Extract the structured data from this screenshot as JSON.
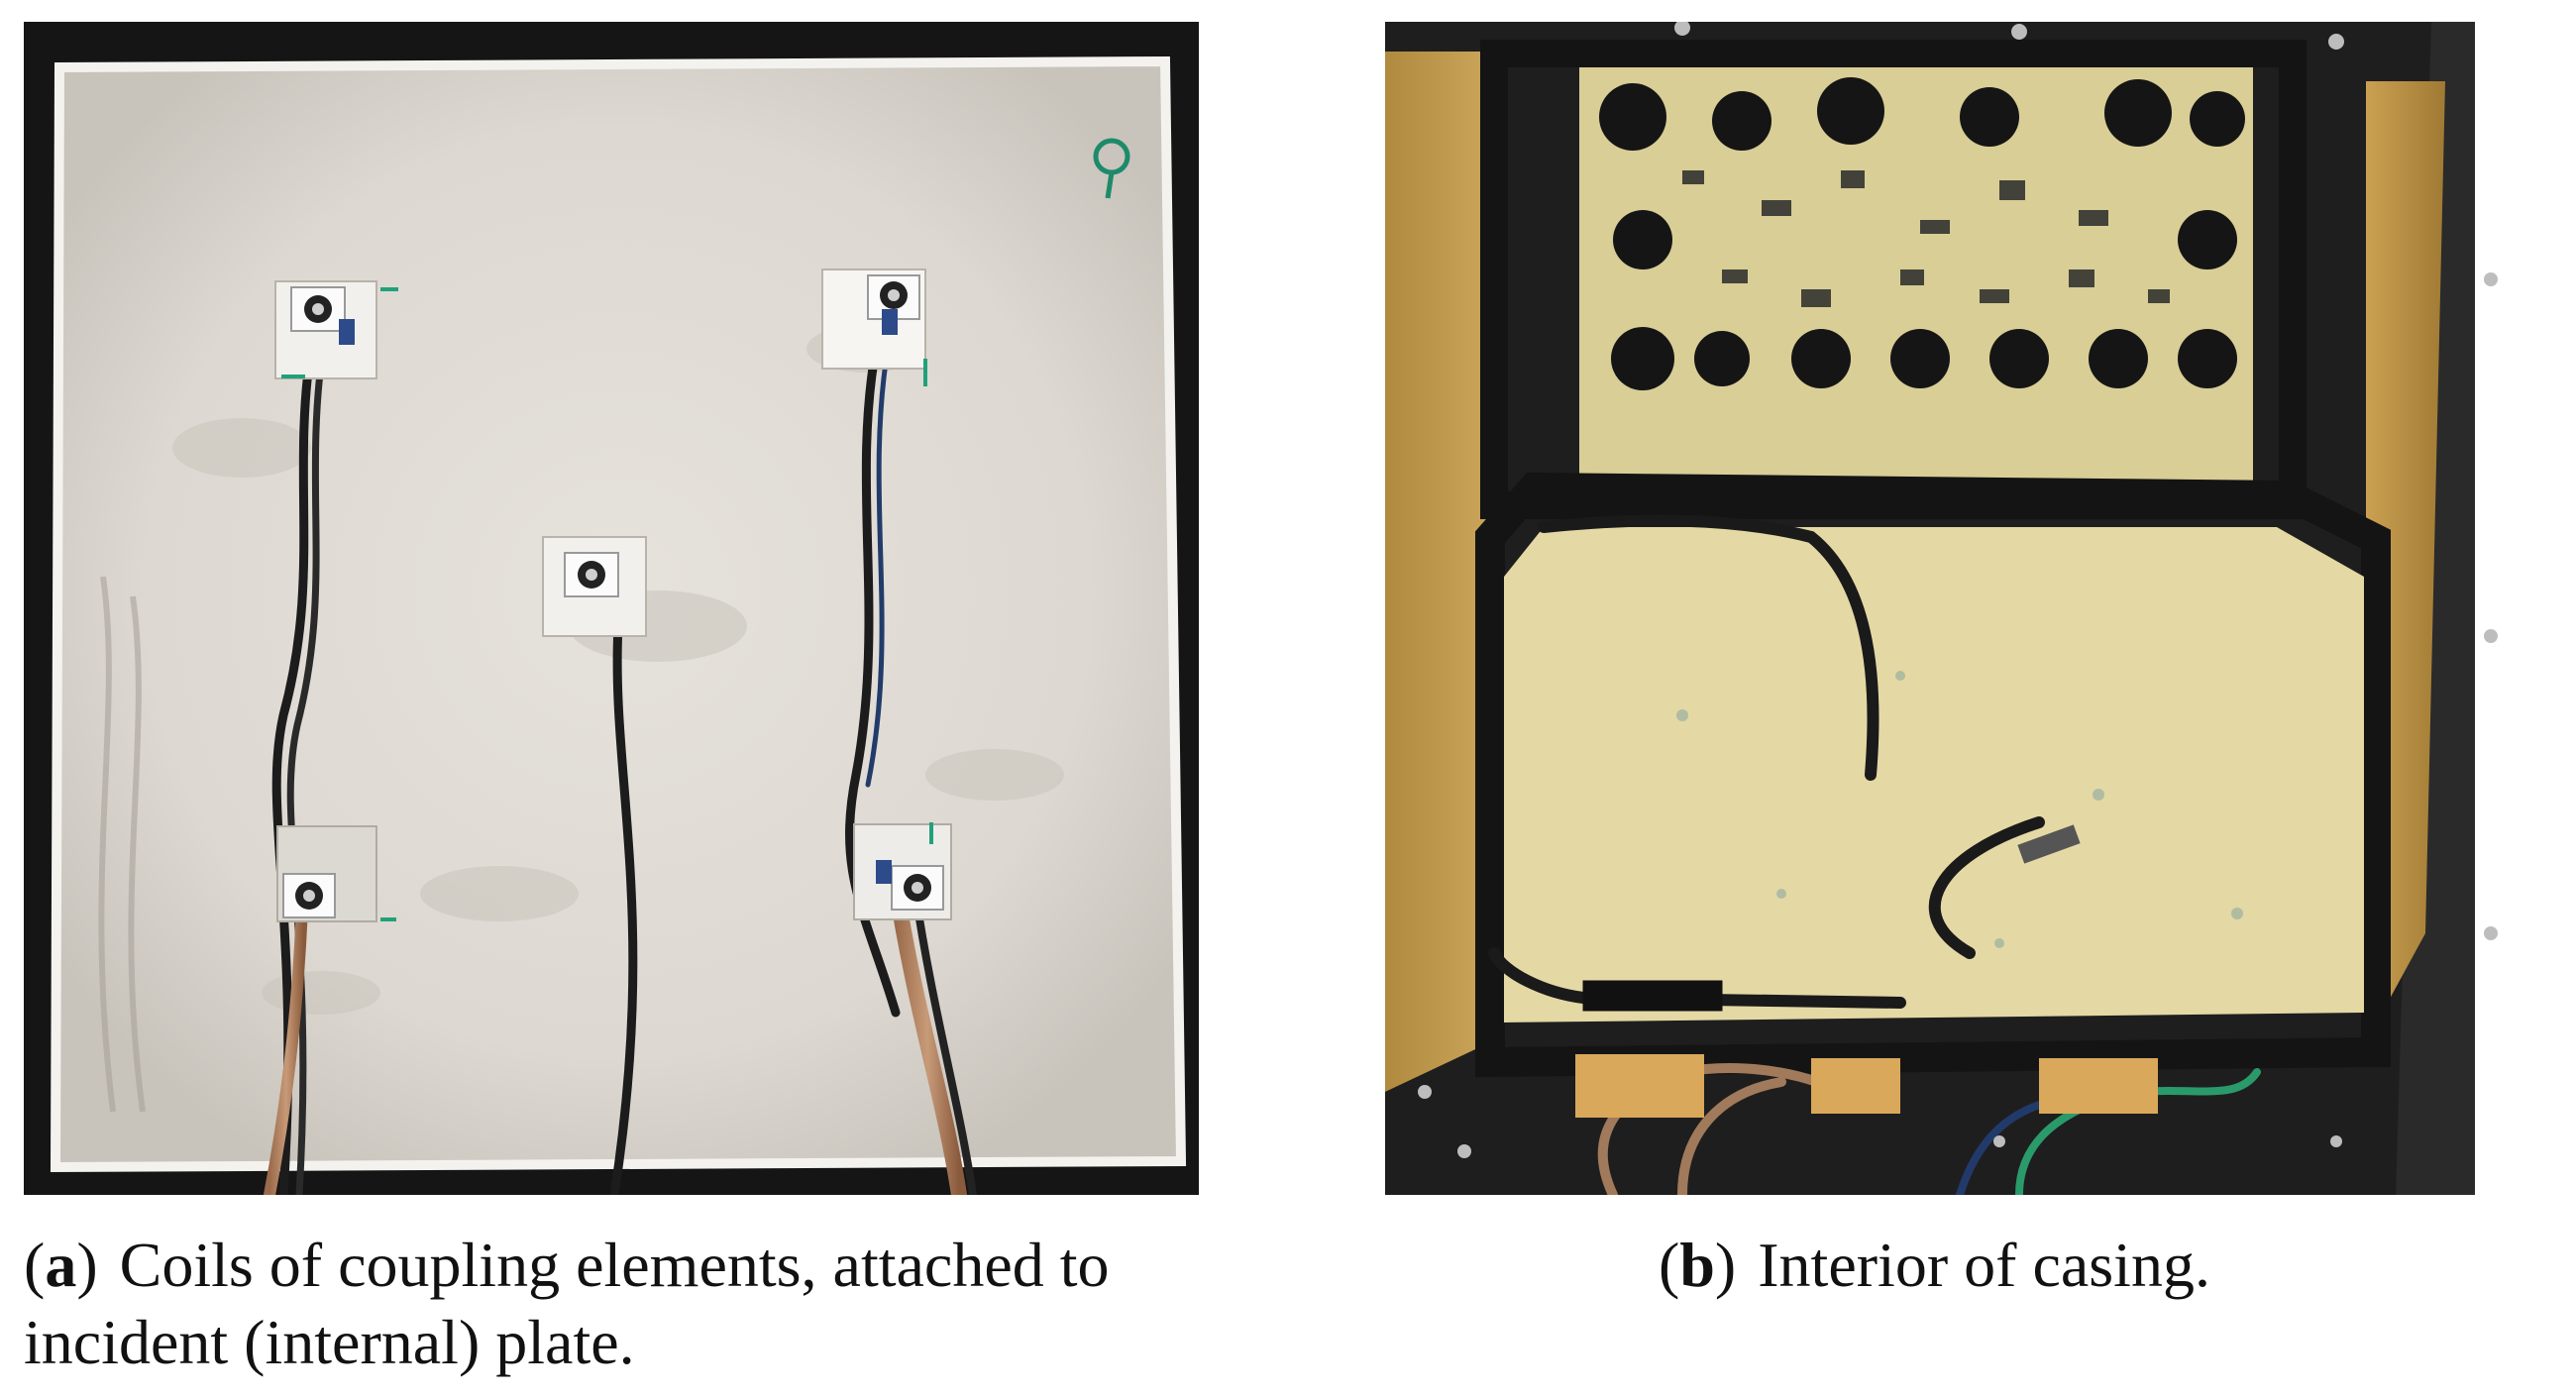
{
  "figure": {
    "panels": [
      {
        "label_open": "(",
        "label": "a",
        "label_close": ")",
        "caption": "Coils of coupling elements, attached to incident (internal) plate."
      },
      {
        "label_open": "(",
        "label": "b",
        "label_close": ")",
        "caption": "Interior of casing."
      }
    ]
  }
}
